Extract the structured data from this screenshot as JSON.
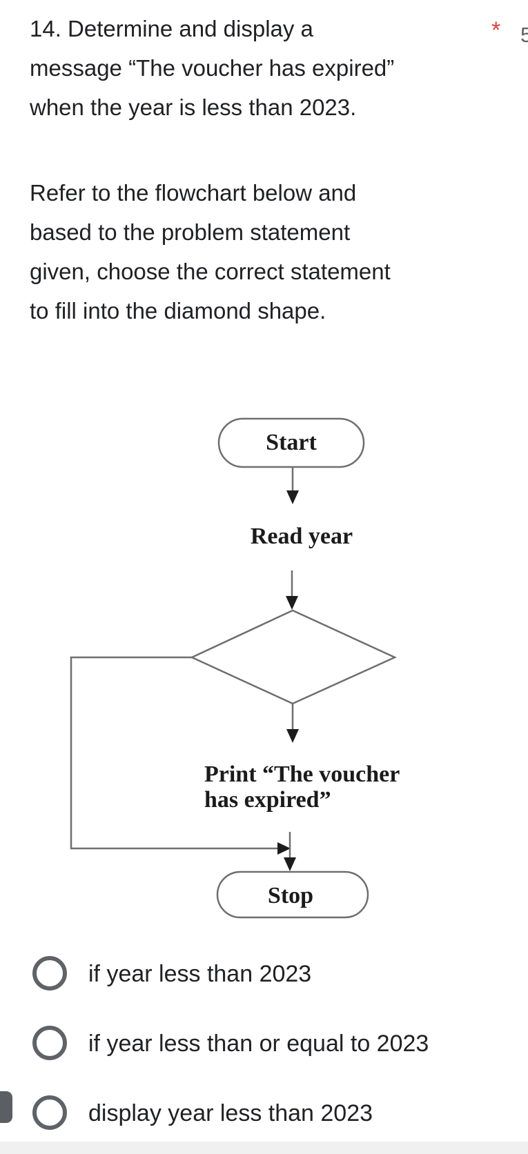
{
  "question": {
    "lines": [
      "14.  Determine and display a",
      "message “The voucher has expired”",
      "when the year is less than 2023."
    ],
    "required_marker": "*",
    "points_fragment": "5"
  },
  "instructions": {
    "lines": [
      "Refer to the flowchart below and",
      "based to the problem statement",
      "given, choose the correct statement",
      "to fill into the diamond shape."
    ]
  },
  "flowchart": {
    "start_label": "Start",
    "read_label": "Read year",
    "decision_label": "",
    "print_lines": [
      "Print “The voucher",
      "has expired”"
    ],
    "stop_label": "Stop"
  },
  "options": [
    {
      "label": "if year less than 2023",
      "selected": false
    },
    {
      "label": "if year less than or equal to 2023",
      "selected": false
    },
    {
      "label": "display year less than 2023",
      "selected": false
    }
  ],
  "colors": {
    "required_marker": "#dc4437",
    "points_text": "#5f6368",
    "body_text": "#202124",
    "radio_outline": "#5f6368",
    "flow_line": "#6e6e6e",
    "flow_text": "#1b1b1b",
    "bottom_strip": "#f0f0f0",
    "left_marker": "#5b5f63"
  }
}
